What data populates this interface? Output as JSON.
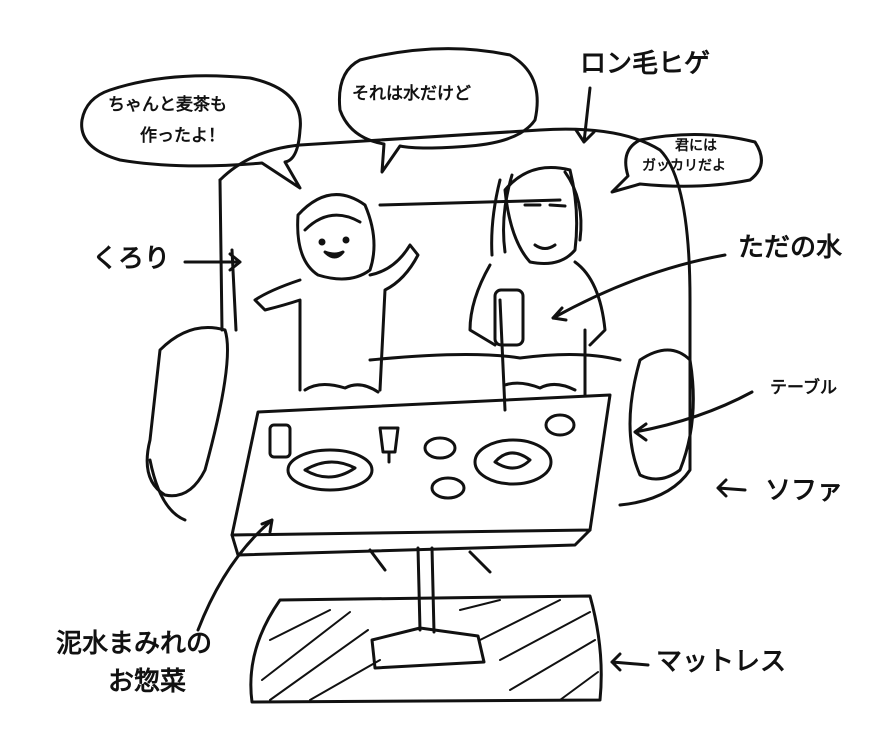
{
  "speech": {
    "kurori_line1": "ちゃんと麦茶も",
    "kurori_line2": "作ったよ！",
    "water": "それは水だけど",
    "disappointed_line1": "君には",
    "disappointed_line2": "ガッカリだよ"
  },
  "labels": {
    "longhair": "ロン毛ヒゲ",
    "kurori": "くろり",
    "plain_water": "ただの水",
    "table": "テーブル",
    "sofa": "ソファ",
    "food_line1": "泥水まみれの",
    "food_line2": "お惣菜",
    "mattress": "マットレス"
  },
  "colors": {
    "ink": "#111111",
    "paper": "#ffffff"
  }
}
